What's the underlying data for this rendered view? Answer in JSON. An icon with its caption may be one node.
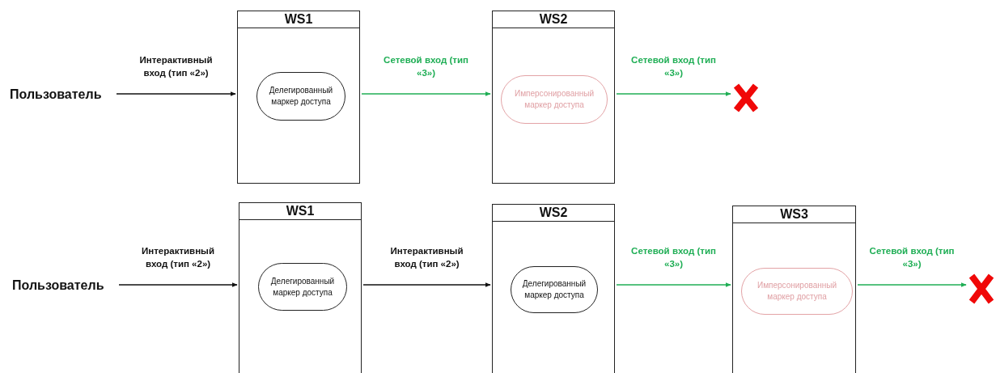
{
  "diagram": {
    "nodes": [
      {
        "text": [
          "Пользователь"
        ]
      },
      {
        "text": [
          "WS1"
        ]
      },
      {
        "text": [
          "Делегированный маркер доступа"
        ],
        "in": 1
      },
      {
        "text": [
          "WS2"
        ]
      },
      {
        "text": [
          "Имперсонированный маркер доступа"
        ],
        "in": 3
      },
      {
        "text": [],
        "shape": "cross"
      },
      {
        "text": [
          "Пользователь"
        ]
      },
      {
        "text": [
          "WS1"
        ]
      },
      {
        "text": [
          "Делегированный маркер доступа"
        ],
        "in": 7
      },
      {
        "text": [
          "WS2"
        ]
      },
      {
        "text": [
          "Делегированный маркер доступа"
        ],
        "in": 9
      },
      {
        "text": [
          "WS3"
        ]
      },
      {
        "text": [
          "Имперсонированный маркер доступа"
        ],
        "in": 11
      },
      {
        "text": [],
        "shape": "cross"
      }
    ],
    "edges": [
      {
        "from": 0,
        "to": 1,
        "arrow": "to",
        "label": "Интерактивный вход (тип «2»)",
        "color": "#111111"
      },
      {
        "from": 1,
        "to": 3,
        "arrow": "to",
        "label": "Сетевой вход (тип «3»)",
        "color": "#1fae55"
      },
      {
        "from": 3,
        "to": 5,
        "arrow": "to",
        "label": "Сетевой вход (тип «3»)",
        "color": "#1fae55"
      },
      {
        "from": 6,
        "to": 7,
        "arrow": "to",
        "label": "Интерактивный вход (тип «2»)",
        "color": "#111111"
      },
      {
        "from": 7,
        "to": 9,
        "arrow": "to",
        "label": "Интерактивный вход (тип «2»)",
        "color": "#111111"
      },
      {
        "from": 9,
        "to": 11,
        "arrow": "to",
        "label": "Сетевой вход (тип «3»)",
        "color": "#1fae55"
      },
      {
        "from": 11,
        "to": 13,
        "arrow": "to",
        "label": "Сетевой вход (тип «3»)",
        "color": "#1fae55"
      }
    ]
  }
}
